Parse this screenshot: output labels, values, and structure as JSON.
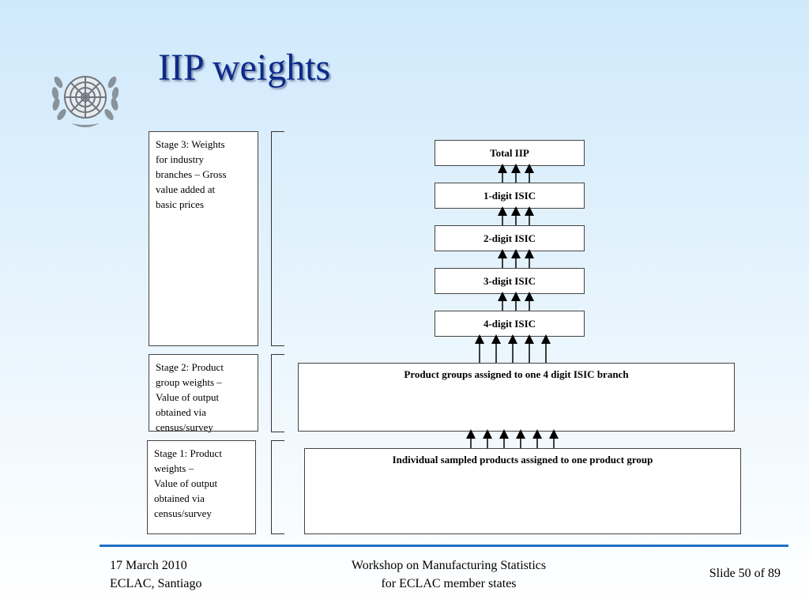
{
  "slide": {
    "title": "IIP weights"
  },
  "stages": [
    {
      "lines": [
        "Stage 3: Weights",
        "for industry",
        "branches – Gross",
        "value added at",
        "basic prices"
      ]
    },
    {
      "lines": [
        "Stage 2: Product",
        "group weights –",
        "Value of output",
        "obtained via",
        "census/survey"
      ]
    },
    {
      "lines": [
        "Stage 1: Product",
        "weights –",
        "Value of output",
        "obtained via",
        "census/survey"
      ]
    }
  ],
  "hierarchy": {
    "total": "Total IIP",
    "level1": "1-digit ISIC",
    "level2": "2-digit ISIC",
    "level3": "3-digit ISIC",
    "level4": "4-digit ISIC",
    "product_groups": "Product groups assigned to one 4 digit ISIC branch",
    "individual_products": "Individual sampled products assigned to one product group"
  },
  "footer": {
    "date": "17 March 2010",
    "location": "ECLAC, Santiago",
    "workshop_line1": "Workshop on Manufacturing Statistics",
    "workshop_line2": "for ECLAC member states",
    "slide_number": "Slide 50 of 89"
  },
  "colors": {
    "title": "#0d2a8a",
    "footer_line": "#1f6fc4"
  }
}
